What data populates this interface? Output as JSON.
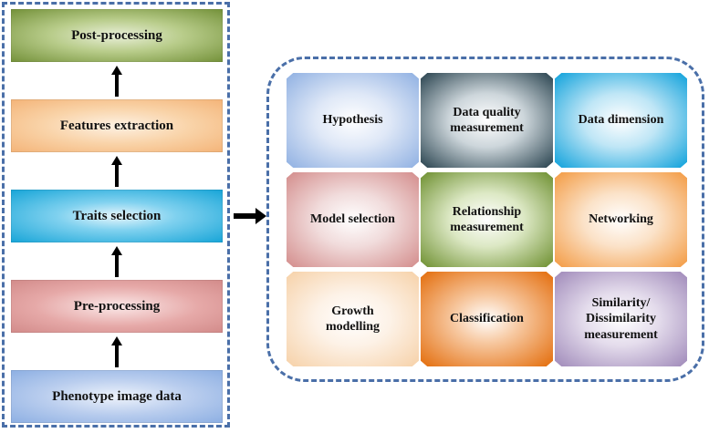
{
  "pipeline": {
    "steps": [
      {
        "label": "Post-processing",
        "bg": "radial-gradient(ellipse at center, #e9efd9 0%, #b8cc8a 45%, #76933c 100%)"
      },
      {
        "label": "Features extraction",
        "bg": "radial-gradient(ellipse at center, #fdf1e3 0%, #f9d3a8 50%, #f4b57a 100%)"
      },
      {
        "label": "Traits selection",
        "bg": "radial-gradient(ellipse at center, #e8f6fc 0%, #7fd1ef 40%, #1aa6d8 100%)"
      },
      {
        "label": "Pre-processing",
        "bg": "radial-gradient(ellipse at center, #fbe9e9 0%, #e6a9a8 55%, #d38c8b 100%)"
      },
      {
        "label": "Phenotype image data",
        "bg": "radial-gradient(ellipse at center, #eef3fb 0%, #b9cdee 50%, #8eb0e3 100%)"
      }
    ]
  },
  "analysis": {
    "tiles": [
      {
        "lines": [
          "Hypothesis"
        ],
        "bg": "radial-gradient(ellipse at center, #ffffff 0%, #dfe8f7 40%, #8fb0e2 100%)"
      },
      {
        "lines": [
          "Data quality",
          "measurement"
        ],
        "bg": "radial-gradient(ellipse at center, #ffffff 0%, #cdd6db 40%, #27414d 100%)"
      },
      {
        "lines": [
          "Data dimension"
        ],
        "bg": "radial-gradient(ellipse at center, #ffffff 0%, #bfe6f6 40%, #0ea1db 100%)"
      },
      {
        "lines": [
          "Model selection"
        ],
        "bg": "radial-gradient(ellipse at center, #ffffff 0%, #f1dcdc 40%, #d38c8b 100%)"
      },
      {
        "lines": [
          "Relationship",
          "measurement"
        ],
        "bg": "radial-gradient(ellipse at center, #ffffff 0%, #dce8c4 40%, #6d8f2f 100%)"
      },
      {
        "lines": [
          "Networking"
        ],
        "bg": "radial-gradient(ellipse at center, #ffffff 0%, #fbe2c8 40%, #f39a42 100%)"
      },
      {
        "lines": [
          "Growth",
          "modelling"
        ],
        "bg": "radial-gradient(ellipse at center, #ffffff 0%, #fdf2e7 40%, #f6d1a8 100%)"
      },
      {
        "lines": [
          "Classification"
        ],
        "bg": "radial-gradient(ellipse at center, #ffffff 0%, #f7c9a2 35%, #e36c0a 100%)"
      },
      {
        "lines": [
          "Similarity/",
          "Dissimilarity",
          "measurement"
        ],
        "bg": "radial-gradient(ellipse at center, #ffffff 0%, #e4dcec 40%, #9f89b9 100%)"
      }
    ]
  }
}
